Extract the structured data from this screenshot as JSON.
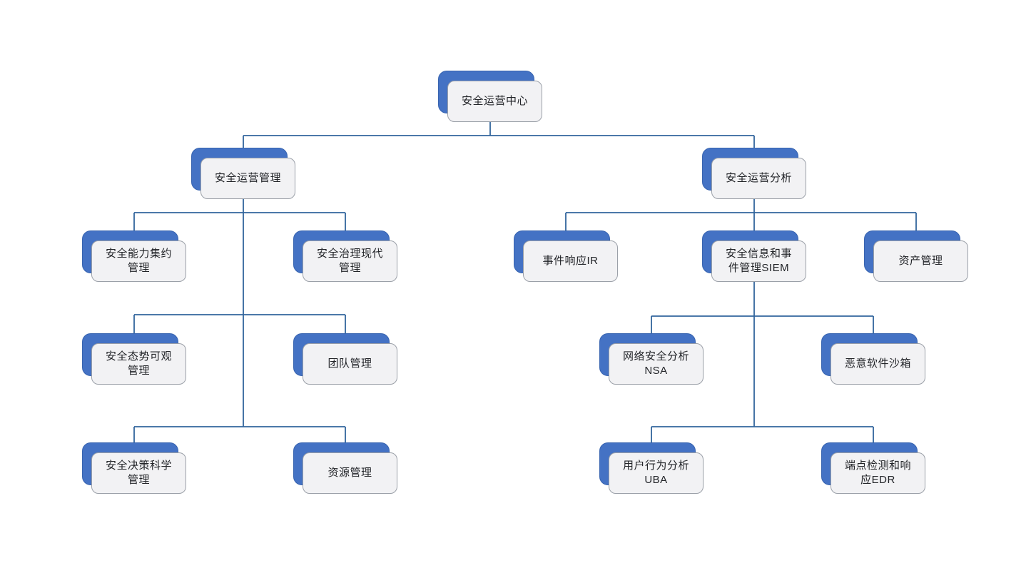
{
  "diagram_type": "org-chart-tree",
  "colors": {
    "node_shadow_blue": "#4472c4",
    "node_fill": "#f2f2f4",
    "node_border": "#9ba0a8",
    "connector_line": "#32659d",
    "text": "#222428",
    "background": "#ffffff"
  },
  "nodes": {
    "root": {
      "label": "安全运营中心"
    },
    "ops_mgmt": {
      "label": "安全运营管理"
    },
    "ops_analysis": {
      "label": "安全运营分析"
    },
    "capability": {
      "label": "安全能力集约管理"
    },
    "governance": {
      "label": "安全治理现代管理"
    },
    "posture": {
      "label": "安全态势可观管理"
    },
    "team": {
      "label": "团队管理"
    },
    "decision": {
      "label": "安全决策科学管理"
    },
    "resource": {
      "label": "资源管理"
    },
    "ir": {
      "label": "事件响应IR"
    },
    "siem": {
      "label": "安全信息和事件管理SIEM"
    },
    "asset": {
      "label": "资产管理"
    },
    "nsa": {
      "label": "网络安全分析NSA"
    },
    "sandbox": {
      "label": "恶意软件沙箱"
    },
    "uba": {
      "label": "用户行为分析UBA"
    },
    "edr": {
      "label": "端点检测和响应EDR"
    }
  },
  "tree": {
    "安全运营中心": {
      "安全运营管理": [
        "安全能力集约管理",
        "安全治理现代管理",
        "安全态势可观管理",
        "团队管理",
        "安全决策科学管理",
        "资源管理"
      ],
      "安全运营分析": {
        "children": [
          "事件响应IR",
          "安全信息和事件管理SIEM",
          "资产管理"
        ],
        "安全信息和事件管理SIEM": [
          "网络安全分析NSA",
          "恶意软件沙箱",
          "用户行为分析UBA",
          "端点检测和响应EDR"
        ]
      }
    }
  }
}
